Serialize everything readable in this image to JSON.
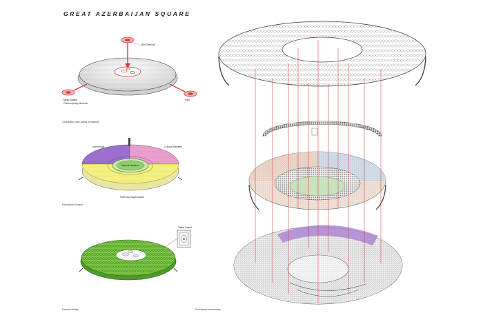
{
  "title": "GREAT AZERBAIJAN SQUARE",
  "diagram1": {
    "caption": "Connection with points of interest",
    "labels": {
      "bus": "Bus Terminal",
      "metro_1": "Metro Station",
      "metro_2": "Contemporary Museum",
      "park": "Park"
    }
  },
  "diagram2": {
    "caption": "Functional Division",
    "labels": {
      "commercial": "Commercial",
      "cultural": "Cultural Activities",
      "garden": "Internal Gardens",
      "hotel": "Hotel and Supermarket"
    }
  },
  "diagram3": {
    "caption": "Formal Identity",
    "labels": {
      "carpet": "Tabriz Carpet"
    }
  },
  "diagram4": {
    "caption": "Functional Axonometry"
  },
  "colors": {
    "accent_red": "#d93a3a",
    "green": "#6bbf3a",
    "purple": "#8a5bbf",
    "pink": "#e39ac8",
    "yellow": "#f3ef7a",
    "blue": "#9fc3e6",
    "salmon": "#f1c3a8"
  }
}
